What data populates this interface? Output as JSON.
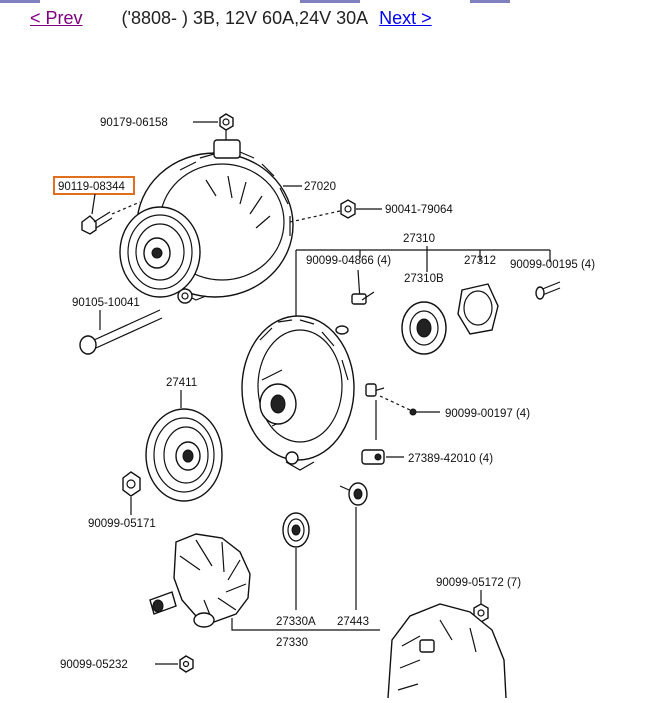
{
  "navigation": {
    "prev_label": "< Prev",
    "title": "('8808-      ) 3B, 12V 60A,24V 30A",
    "next_label": "Next >"
  },
  "diagram": {
    "highlighted_part": "90119-08344",
    "highlight_color": "#e07020",
    "parts": {
      "p90179_06158": "90179-06158",
      "p90119_08344": "90119-08344",
      "p27020": "27020",
      "p90041_79064": "90041-79064",
      "p27310": "27310",
      "p90099_04866": "90099-04866 (4)",
      "p27312": "27312",
      "p90099_00195": "90099-00195 (4)",
      "p27310b": "27310B",
      "p90105_10041": "90105-10041",
      "p27411": "27411",
      "p90099_00197": "90099-00197 (4)",
      "p27389_42010": "27389-42010 (4)",
      "p90099_05171": "90099-05171",
      "p90099_05172": "90099-05172 (7)",
      "p27330a": "27330A",
      "p27443": "27443",
      "p27330": "27330",
      "p90099_05232": "90099-05232"
    }
  }
}
